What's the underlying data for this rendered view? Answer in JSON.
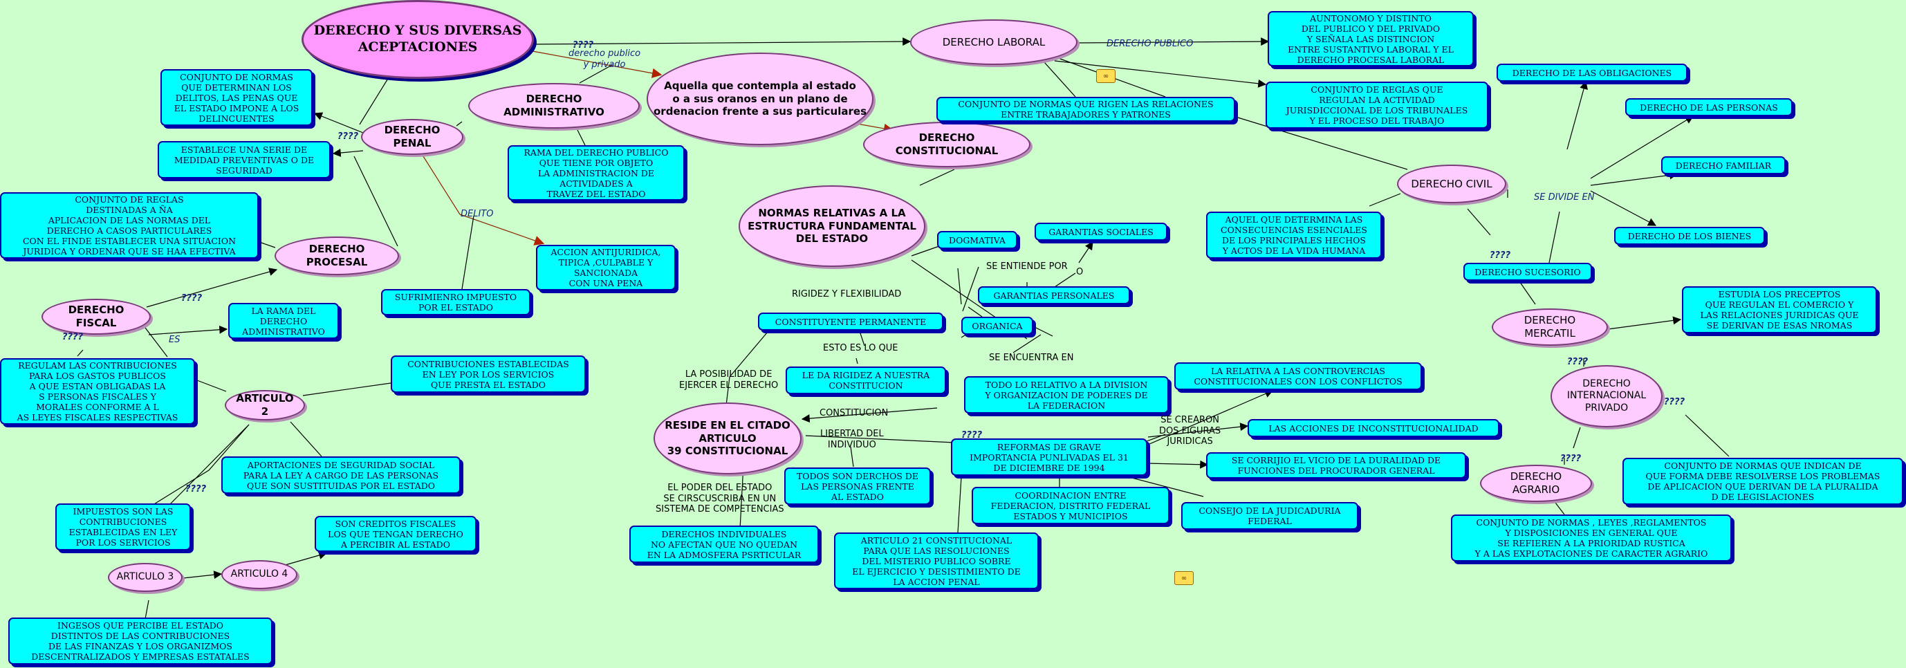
{
  "nodes": {
    "title": "DERECHO Y SUS DIVERSAS\nACEPTACIONES",
    "derecho_laboral": "DERECHO LABORAL",
    "derecho_administrativo": "DERECHO ADMINISTRATIVO",
    "aquella": "Aquella que contempla al estado\no a sus oranos en un plano de\nordenacion frente a sus particulares",
    "derecho_constitucional": "DERECHO CONSTITUCIONAL",
    "derecho_penal": "DERECHO PENAL",
    "derecho_procesal": "DERECHO PROCESAL",
    "derecho_fiscal": "DERECHO FISCAL",
    "articulo2": "ARTICULO 2",
    "articulo3": "ARTICULO 3",
    "articulo4": "ARTICULO 4",
    "normas_relativas": "NORMAS RELATIVAS A LA\nESTRUCTURA FUNDAMENTAL\nDEL ESTADO",
    "reside": "RESIDE EN EL CITADO\nARTICULO\n39 CONSTITUCIONAL",
    "derecho_civil": "DERECHO CIVIL",
    "derecho_mercatil": "DERECHO MERCATIL",
    "derecho_internacional": "DERECHO\nINTERNACIONAL\nPRIVADO",
    "derecho_agrario": "DERECHO AGRARIO"
  },
  "boxes": {
    "autonomo": "AUNTONOMO Y DISTINTO\nDEL PUBLICO Y DEL  PRIVADO\nY SEÑALA LAS DISTINCION\nENTRE SUSTANTIVO LABORAL Y EL\nDERECHO PROCESAL LABORAL",
    "conjunto_reglas_laboral": "CONJUNTO DE REGLAS QUE\nREGULAN LA ACTIVIDAD\nJURISDICCIONAL DE LOS TRIBUNALES\nY EL PROCESO DEL TRABAJO",
    "conjunto_normas_trabajadores": "CONJUNTO DE NORMAS QUE RIGEN LAS RELACIONES\nENTRE TRABAJADORES Y PATRONES",
    "conjunto_normas_delitos": "CONJUNTO DE NORMAS\nQUE DETERMINAN LOS\nDELITOS, LAS PENAS QUE\nEL ESTADO IMPONE A LOS\nDELINCUENTES",
    "establece": "ESTABLECE UNA SERIE DE\nMEDIDAD PREVENTIVAS O DE\nSEGURIDAD",
    "rama_derecho_publico": "RAMA DEL DERECHO PUBLICO\nQUE TIENE POR OBJETO\nLA ADMINISTRACION DE\nACTIVIDADES A\nTRAVEZ DEL ESTADO",
    "conjunto_reglas_procesal": "CONJUNTO DE REGLAS\nDESTINADAS A ÑA\nAPLICACION DE LAS NORMAS DEL\nDERECHO A CASOS PARTICULARES\nCON EL FINDE ESTABLECER UNA SITUACION\nJURIDICA Y ORDENAR QUE SE HAA EFECTIVA",
    "accion_antijuridica": "ACCION ANTIJURIDICA,\nTIPICA ,CULPABLE Y\nSANCIONADA\nCON UNA PENA",
    "sufrimiento": "SUFRIMIENRO IMPUESTO\nPOR EL ESTADO",
    "rama_administrativo": "LA RAMA DEL\nDERECHO\nADMINISTRATIVO",
    "regulam": "REGULAM LAS CONTRIBUCIONES\nPARA LOS GASTOS  PUBLICOS\nA QUE ESTAN OBLIGADAS LA\nS PERSONAS  FISCALES Y\nMORALES CONFORME A L\nAS LEYES FISCALES RESPECTIVAS",
    "contribuciones": "CONTRIBUCIONES ESTABLECIDAS\nEN LEY POR LOS SERVICIOS\nQUE PRESTA EL ESTADO",
    "aportaciones": "APORTACIONES DE SEGURIDAD SOCIAL\nPARA LA LEY A CARGO DE LAS PERSONAS\nQUE SON SUSTITUIDAS POR EL ESTADO",
    "impuestos": "IMPUESTOS SON LAS\nCONTRIBUCIONES\nESTABLECIDAS EN LEY\nPOR LOS SERVICIOS",
    "creditos_fiscales": "SON CREDITOS FISCALES\nLOS QUE TENGAN DERECHO\nA PERCIBIR AL ESTADO",
    "ingresos": "INGESOS QUE PERCIBE EL ESTADO\nDISTINTOS DE LAS CONTRIBUCIONES\nDE LAS FINANZAS Y LOS ORGANIZMOS\nDESCENTRALIZADOS Y EMPRESAS ESTATALES",
    "dogmativa": "DOGMATIVA",
    "garantias_sociales": "GARANTIAS SOCIALES",
    "garantias_personales": "GARANTIAS PERSONALES",
    "constituyente": "CONSTITUYENTE PERMANENTE",
    "organica": "ORGANICA",
    "rigidez": "LE DA RIGIDEZ A NUESTRA\nCONSTITUCION",
    "todo_relativo": "TODO LO RELATIVO  A LA DIVISION\nY ORGANIZACION DE PODERES DE\nLA FEDERACION",
    "relativa_controversias": "LA RELATIVA A LAS CONTROVERCIAS\nCONSTITUCIONALES CON LOS CONFLICTOS",
    "acciones_inconstitucionalidad": "LAS ACCIONES DE INCONSTITUCIONALIDAD",
    "reformas": "REFORMAS DE GRAVE\nIMPORTANCIA PUNLIVADAS EL 31\nDE DICIEMBRE DE 1994",
    "corrigio": "SE CORRIJIO EL VICIO DE LA DURALIDAD DE\nFUNCIONES DEL PROCURADOR GENERAL",
    "coordinacion": "COORDINACION ENTRE\nFEDERACION, DISTRITO FEDERAL\nESTADOS Y MUNICIPIOS",
    "consejo": "CONSEJO DE LA JUDICADURIA\nFEDERAL",
    "todos_derechos": "TODOS SON DERCHOS DE\nLAS PERSONAS FRENTE\nAL ESTADO",
    "derechos_individuales": "DERECHOS INDIVIDUALES\nNO AFECTAN QUE NO QUEDAN\nEN LA ADMOSFERA PSRTICULAR",
    "articulo21": "ARTICULO 21 CONSTITUCIONAL\nPARA QUE LAS RESOLUCIONES\nDEL MISTERIO PUBLICO SOBRE\nEL EJERCICIO Y DESISTIMIENTO DE\nLA ACCION PENAL",
    "aquel_determina": "AQUEL QUE DETERMINA LAS\nCONSECUENCIAS ESENCIALES\nDE LOS PRINCIPALES HECHOS\nY ACTOS DE LA VIDA HUMANA",
    "obligaciones": "DERECHO DE LAS OBLIGACIONES",
    "personas": "DERECHO DE LAS PERSONAS",
    "familiar": "DERECHO FAMILIAR",
    "bienes": "DERECHO DE LOS BIENES",
    "sucesorio": "DERECHO SUCESORIO",
    "estudia": "ESTUDIA LOS PRECEPTOS\nQUE REGULAN EL COMERCIO Y\nLAS RELACIONES JURIDICAS QUE\nSE DERIVAN DE ESAS NROMAS",
    "conjunto_normas_internacional": "CONJUNTO DE NORMAS QUE INDICAN DE\nQUE FORMA DEBE RESOLVERSE LOS PROBLEMAS\nDE APLICACION QUE DERIVAN DE LA PLURALIDA\nD DE LEGISLACIONES",
    "conjunto_normas_agrario": "CONJUNTO DE NORMAS , LEYES ,REGLAMENTOS\nY DISPOSICIONES EN GENERAL QUE\nSE REFIEREN A LA PRIORIDAD RUSTICA\nY A LAS EXPLOTACIONES DE CARACTER AGRARIO"
  },
  "labels": {
    "q_title": "????",
    "derecho_publico_privado": "derecho publico\ny privado",
    "derecho_publico": "DERECHO PUBLICO",
    "q_penal": "????",
    "delito": "DELITO",
    "q_procesal": "????",
    "es": "ES",
    "q_fiscal": "????",
    "q_art2": "????",
    "rigidez_flexibilidad": "RIGIDEZ Y FLEXIBILIDAD",
    "se_entiende_por": "SE ENTIENDE POR",
    "o": "O",
    "esto_es_lo_que": "ESTO ES LO QUE",
    "se_encuentra_en": "SE ENCUENTRA EN",
    "posibilidad": "LA POSIBILIDAD DE\nEJERCER EL DERECHO",
    "constitucion": "CONSTITUCION",
    "libertad": "LIBERTAD DEL\nINDIVIDUO",
    "q_reside": "????",
    "poder": "EL PODER DEL ESTADO\nSE CIRSCUSCRIBA EN UN\nSISTEMA DE COMPETENCIAS",
    "se_crearon": "SE CREARON\nDOS FIGURAS\nJURIDICAS",
    "se_divide_en": "SE DIVIDE EN",
    "q_civil": "????",
    "q_mercatil": "????",
    "q_internacional": "????",
    "q_agrario": "????"
  },
  "colors": {
    "background": "#ccffcc",
    "ellipse": "#ffccff",
    "box": "#00ffff",
    "border": "#0000aa",
    "accent_arrow": "#8b2500"
  },
  "icons": [
    "link-icon",
    "link-icon"
  ]
}
